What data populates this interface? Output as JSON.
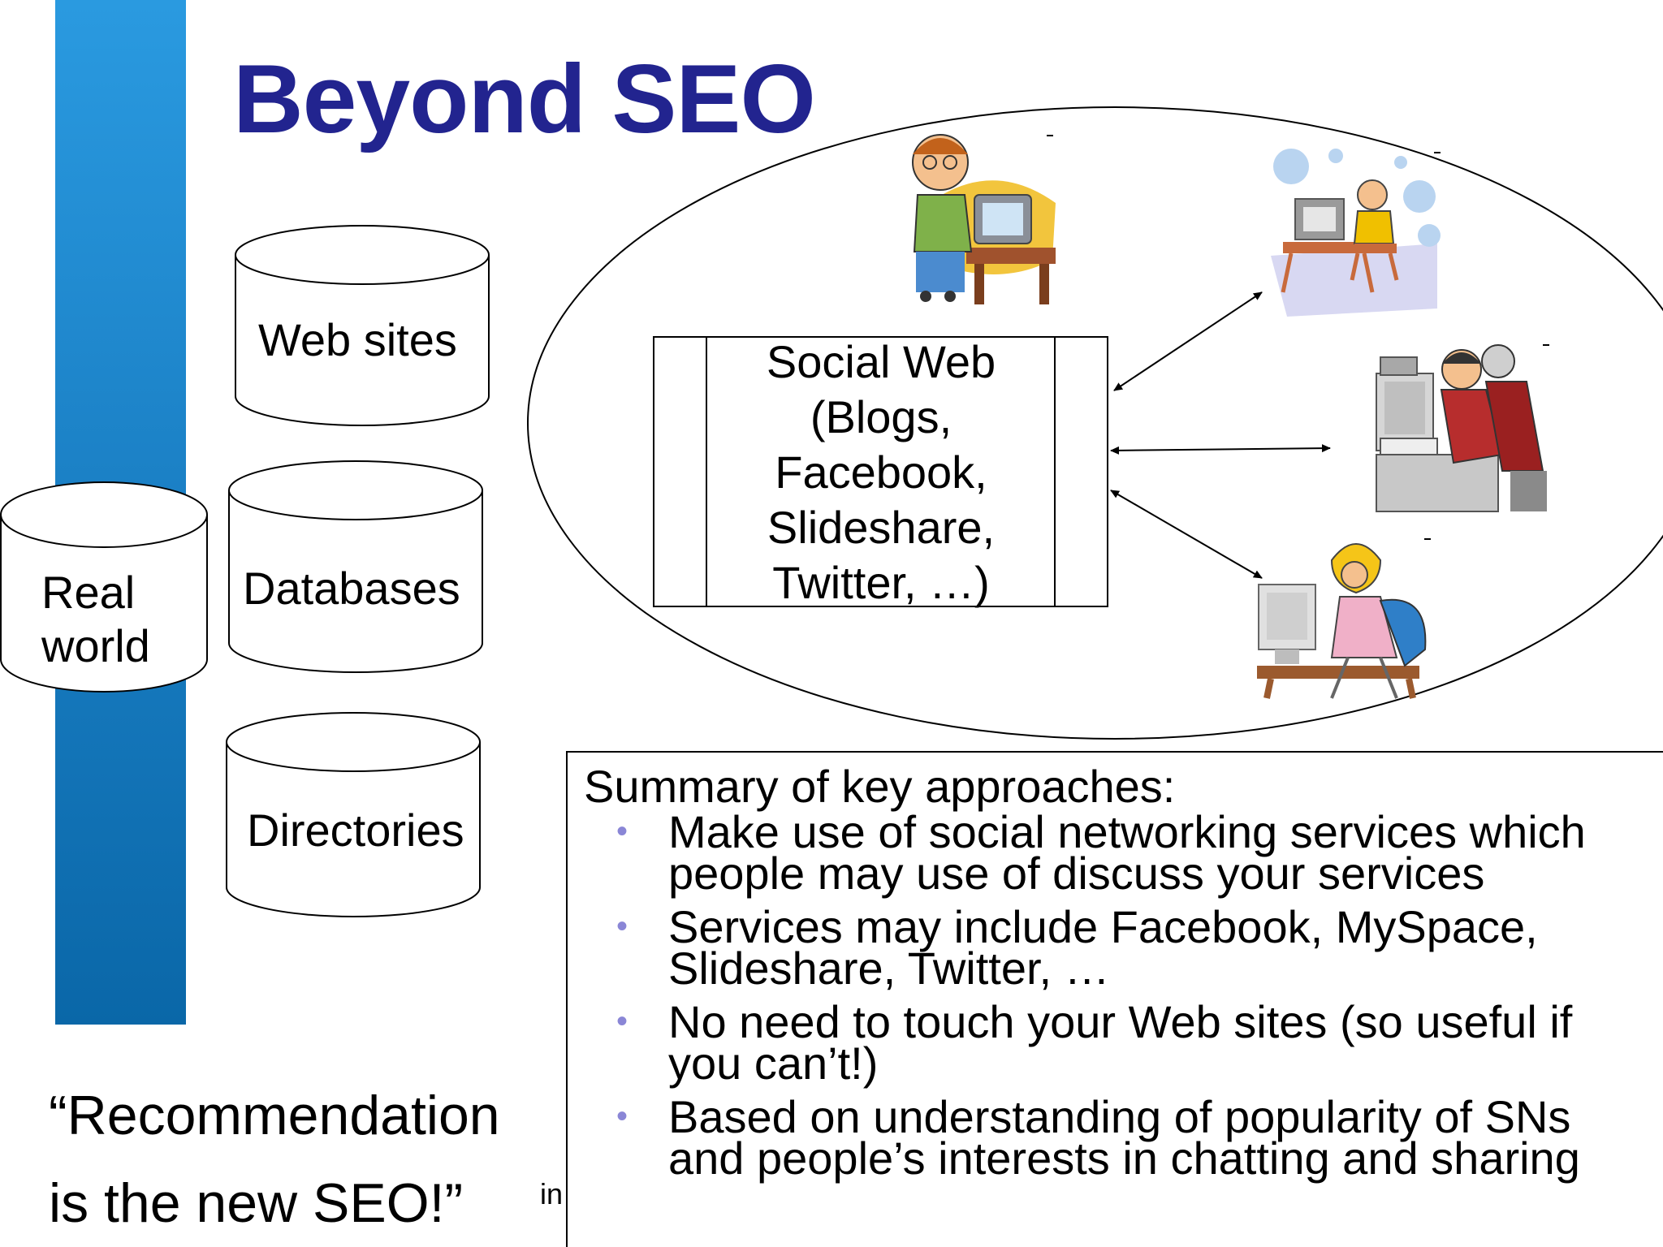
{
  "slide": {
    "title": "Beyond SEO",
    "sources": {
      "web_sites": "Web sites",
      "databases": "Databases",
      "directories": "Directories",
      "real_world": [
        "Real",
        "world"
      ]
    },
    "social_web": [
      "Social Web",
      "(Blogs,",
      "Facebook,",
      "Slideshare,",
      "Twitter, …)"
    ],
    "quote": [
      "“Recommendation",
      "is the new SEO!”"
    ],
    "partial_text": "in",
    "summary": {
      "heading": "Summary of key approaches:",
      "bullets": [
        {
          "line1": "Make use of social networking services which",
          "line2": "people may use of discuss your services"
        },
        {
          "line1": "Services may include Facebook, MySpace,",
          "line2": "Slideshare, Twitter, …"
        },
        {
          "line1": "No need to touch your Web sites (so useful if",
          "line2": "you can’t!)"
        },
        {
          "line1": "Based on understanding of popularity of SNs",
          "line2": "and people’s interests in chatting and sharing"
        }
      ]
    },
    "colors": {
      "title": "#22248f",
      "sidebar": "#1a7fc4",
      "bullet": "#8a86d6"
    },
    "icons": [
      "person-at-computer-icon",
      "child-at-computer-icon",
      "man-at-computer-icon",
      "woman-at-computer-icon"
    ]
  }
}
